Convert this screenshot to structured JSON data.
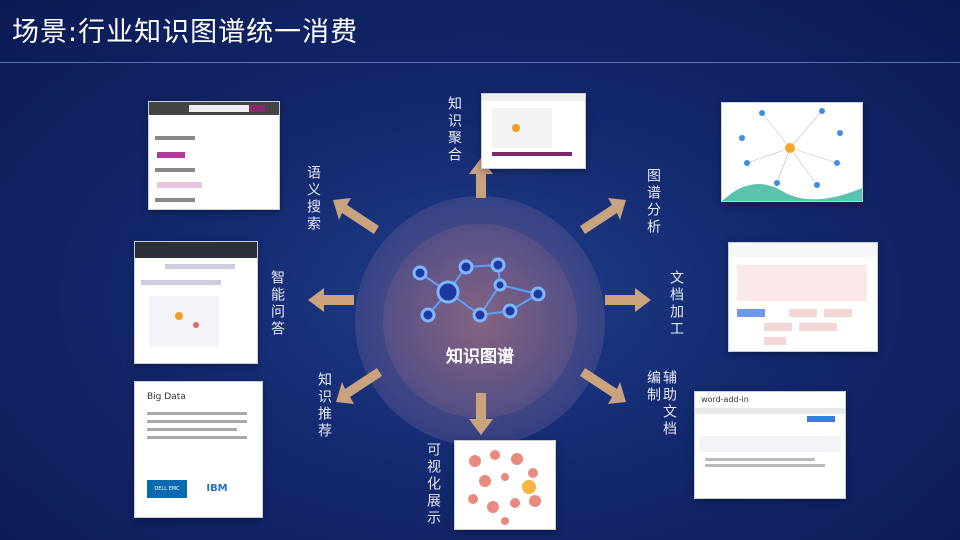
{
  "title": "场景:行业知识图谱统一消费",
  "center_label": "知识图谱",
  "spokes": {
    "aggregation": "知识聚合",
    "analysis": "图谱分析",
    "processing": "文档加工",
    "authoring": "辅助文档编制",
    "visual": "可视化展示",
    "recommend": "知识推荐",
    "qa": "智能问答",
    "search": "语义搜索"
  },
  "cards": {
    "recommend_heading": "Big Data",
    "recommend_vendors": [
      "DELL EMC",
      "IBM"
    ],
    "authoring_title": "word-add-in"
  },
  "colors": {
    "arrow": "#c9a27e",
    "node": "#4a8cff",
    "accent_red": "#d55"
  }
}
